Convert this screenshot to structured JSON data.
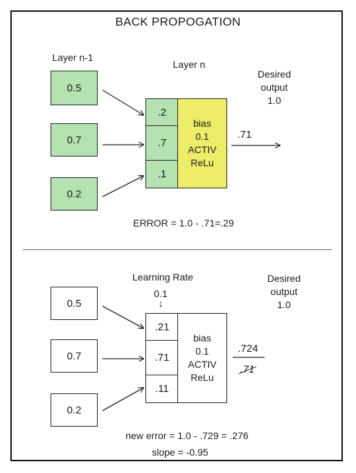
{
  "title": "BACK PROPOGATION",
  "top": {
    "layer_prev_label": "Layer n-1",
    "layer_label": "Layer n",
    "inputs": [
      "0.5",
      "0.7",
      "0.2"
    ],
    "weights": [
      ".2",
      ".7",
      ".1"
    ],
    "body_lines": [
      "bias",
      "0.1",
      "ACTIV",
      "ReLu"
    ],
    "output_value": ".71",
    "desired_lines": [
      "Desired",
      "output",
      "1.0"
    ],
    "error_text": "ERROR = 1.0 - .71=.29",
    "colors": {
      "input_fill": "#b5e2b1",
      "weight_fill": "#b5e2b1",
      "body_fill": "#eeed6a"
    }
  },
  "bottom": {
    "learning_rate_label": "Learning Rate",
    "learning_rate_value": "0.1",
    "down_arrow": "↓",
    "inputs": [
      "0.5",
      "0.7",
      "0.2"
    ],
    "weights": [
      ".21",
      ".71",
      ".11"
    ],
    "body_lines": [
      "bias",
      "0.1",
      "ACTIV",
      "ReLu"
    ],
    "new_output": ".724",
    "old_output": ".71",
    "desired_lines": [
      "Desired",
      "output",
      "1.0"
    ],
    "new_error_text": "new error = 1.0 - .729 = .276",
    "slope_text": "slope = -0.95"
  }
}
